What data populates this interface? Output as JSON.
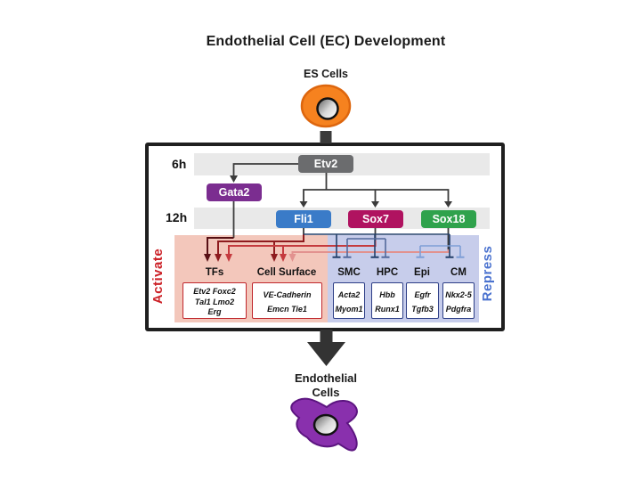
{
  "title": "Endothelial Cell (EC) Development",
  "source": {
    "label": "ES Cells"
  },
  "timeline": {
    "t1": "6h",
    "t2": "12h"
  },
  "network": {
    "etv2": "Etv2",
    "gata2": "Gata2",
    "fli1": "Fli1",
    "sox7": "Sox7",
    "sox18": "Sox18"
  },
  "activate": {
    "label": "Activate",
    "groups": [
      {
        "name": "TFs",
        "lines": [
          "Etv2 Foxc2",
          "Tal1 Lmo2",
          "Erg"
        ]
      },
      {
        "name": "Cell Surface",
        "lines": [
          "VE-Cadherin",
          "Emcn Tie1"
        ]
      }
    ]
  },
  "repress": {
    "label": "Repress",
    "groups": [
      {
        "name": "SMC",
        "lines": [
          "Acta2",
          "Myom1"
        ]
      },
      {
        "name": "HPC",
        "lines": [
          "Hbb",
          "Runx1"
        ]
      },
      {
        "name": "Epi",
        "lines": [
          "Egfr",
          "Tgfb3"
        ]
      },
      {
        "name": "CM",
        "lines": [
          "Nkx2-5",
          "Pdgfra"
        ]
      }
    ]
  },
  "result": {
    "line1": "Endothelial",
    "line2": "Cells"
  },
  "colors": {
    "etv2_gray": "#6b6c6e",
    "gata2_purple": "#7b2d90",
    "fli1_blue": "#3a7bc8",
    "sox7_crimson": "#b01360",
    "sox18_green": "#2fa24c",
    "activate_red": "#cc2127",
    "repress_blue": "#4a72cf",
    "activate_bg": "#f3c7bb",
    "repress_bg": "#c7cdeb",
    "es_cell_orange": "#f6821f",
    "ec_purple": "#8930ad"
  }
}
